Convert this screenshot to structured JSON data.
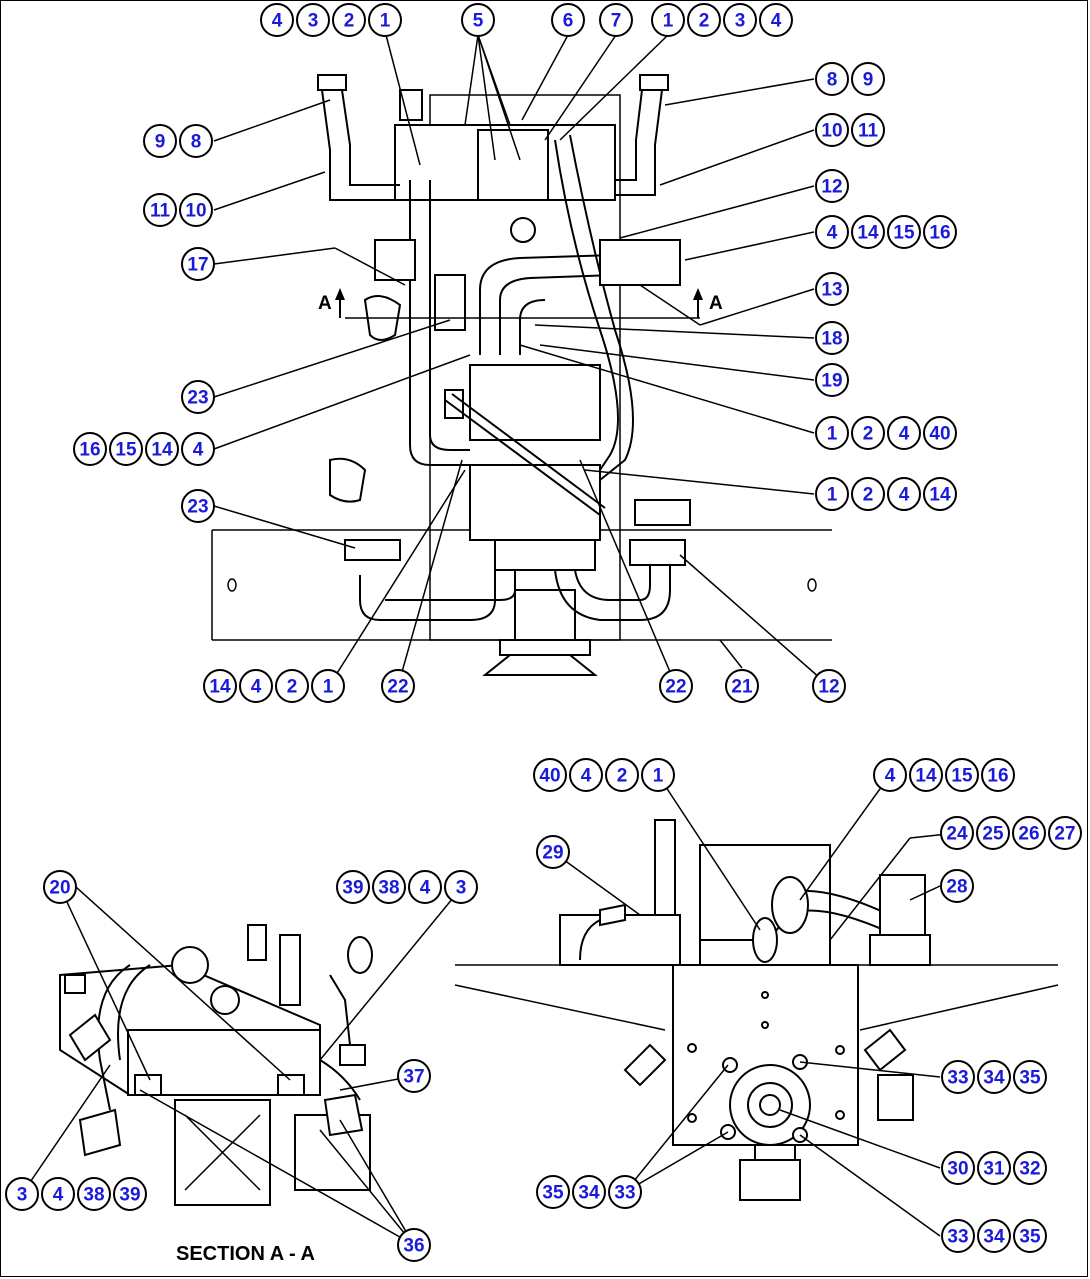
{
  "section_label": "SECTION A - A",
  "section_marker_letter": "A",
  "callout_color": "#1a1adb",
  "callouts": {
    "top_left_4321": [
      "4",
      "3",
      "2",
      "1"
    ],
    "top_5": [
      "5"
    ],
    "top_6": [
      "6"
    ],
    "top_7": [
      "7"
    ],
    "top_right_1234": [
      "1",
      "2",
      "3",
      "4"
    ],
    "r_8_9": [
      "8",
      "9"
    ],
    "l_9_8": [
      "9",
      "8"
    ],
    "r_10_11": [
      "10",
      "11"
    ],
    "l_11_10": [
      "11",
      "10"
    ],
    "r_12": [
      "12"
    ],
    "r_4_14_15_16": [
      "4",
      "14",
      "15",
      "16"
    ],
    "l_17": [
      "17"
    ],
    "r_13": [
      "13"
    ],
    "r_18": [
      "18"
    ],
    "r_19": [
      "19"
    ],
    "l_23a": [
      "23"
    ],
    "r_1_2_4_40": [
      "1",
      "2",
      "4",
      "40"
    ],
    "l_16_15_14_4": [
      "16",
      "15",
      "14",
      "4"
    ],
    "r_1_2_4_14": [
      "1",
      "2",
      "4",
      "14"
    ],
    "l_23b": [
      "23"
    ],
    "b_14_4_2_1": [
      "14",
      "4",
      "2",
      "1"
    ],
    "b_22a": [
      "22"
    ],
    "b_22b": [
      "22"
    ],
    "b_21": [
      "21"
    ],
    "b_12": [
      "12"
    ],
    "v_40_4_2_1": [
      "40",
      "4",
      "2",
      "1"
    ],
    "v_4_14_15_16": [
      "4",
      "14",
      "15",
      "16"
    ],
    "v_24_25_26_27": [
      "24",
      "25",
      "26",
      "27"
    ],
    "v_29": [
      "29"
    ],
    "v_28": [
      "28"
    ],
    "s_20": [
      "20"
    ],
    "s_39_38_4_3": [
      "39",
      "38",
      "4",
      "3"
    ],
    "s_37": [
      "37"
    ],
    "s_3_4_38_39": [
      "3",
      "4",
      "38",
      "39"
    ],
    "s_36": [
      "36"
    ],
    "v_33_34_35a": [
      "33",
      "34",
      "35"
    ],
    "v_30_31_32": [
      "30",
      "31",
      "32"
    ],
    "v_35_34_33": [
      "35",
      "34",
      "33"
    ],
    "v_33_34_35b": [
      "33",
      "34",
      "35"
    ]
  }
}
